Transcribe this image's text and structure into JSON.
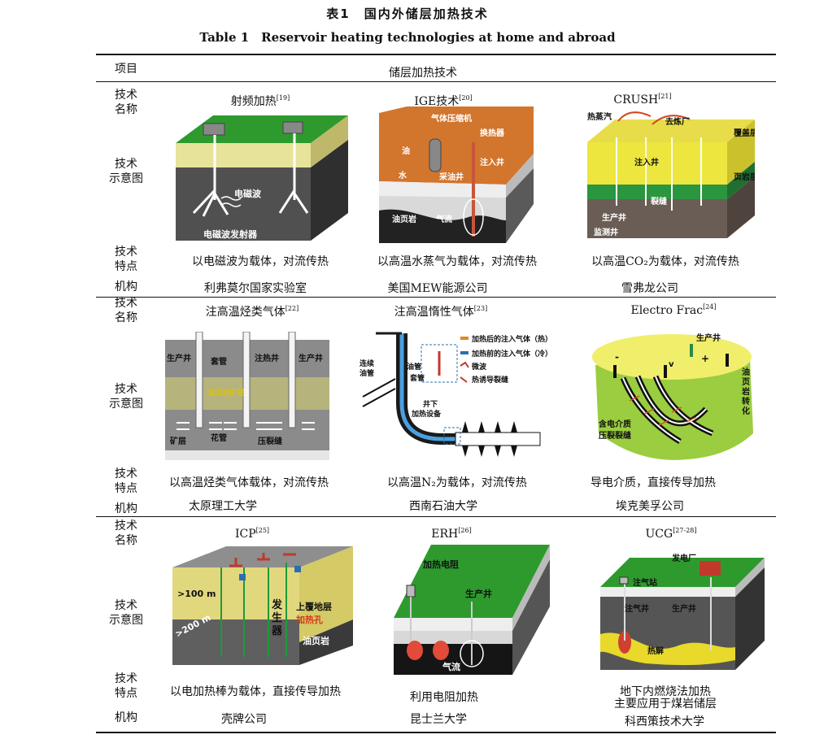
{
  "caption": {
    "cn": "表1　国内外储层加热技术",
    "en": "Table 1　Reservoir heating technologies at home and abroad"
  },
  "header": {
    "item": "项目",
    "title": "储层加热技术"
  },
  "row_labels": {
    "name": [
      "技术",
      "名称"
    ],
    "diagram": [
      "技术",
      "示意图"
    ],
    "feature": [
      "技术",
      "特点"
    ],
    "org": "机构"
  },
  "techs": [
    {
      "name": "射频加热",
      "ref": "[19]",
      "feature": "以电磁波为载体，对流传热",
      "org": "利弗莫尔国家实验室",
      "labels": [
        "电磁波",
        "电磁波发射器"
      ]
    },
    {
      "name": "IGE技术",
      "ref": "[20]",
      "feature": "以高温水蒸气为载体，对流传热",
      "org": "美国MEW能源公司",
      "labels": [
        "气体压缩机",
        "换热器",
        "油",
        "水",
        "采油井",
        "注入井",
        "油页岩",
        "气流"
      ]
    },
    {
      "name": "CRUSH",
      "ref": "[21]",
      "feature": "以高温CO₂为载体，对流传热",
      "org": "雪弗龙公司",
      "labels": [
        "热蒸汽",
        "去炼厂",
        "覆盖层",
        "注入井",
        "页岩层",
        "裂缝",
        "生产井",
        "监测井"
      ]
    },
    {
      "name": "注高温烃类气体",
      "ref": "[22]",
      "feature": "以高温烃类气体载体，对流传热",
      "org": "太原理工大学",
      "labels": [
        "生产井",
        "套管",
        "注热井",
        "生产井",
        "油页岩矿层",
        "矿层",
        "花管",
        "压裂缝"
      ]
    },
    {
      "name": "注高温惰性气体",
      "ref": "[23]",
      "feature": "以高温N₂为载体，对流传热",
      "org": "西南石油大学",
      "labels": [
        "加热后的注入气体（热）",
        "加热前的注入气体（冷）",
        "微波",
        "热诱导裂缝",
        "连续",
        "油管",
        "油管",
        "套管",
        "井下",
        "加热设备"
      ]
    },
    {
      "name": "Electro Frac",
      "ref": "[24]",
      "feature": "导电介质，直接传导加热",
      "org": "埃克美孚公司",
      "labels": [
        "生产井",
        "-",
        "v",
        "+",
        "油",
        "页",
        "岩",
        "转",
        "化",
        "含电介质",
        "压裂裂缝"
      ]
    },
    {
      "name": "ICP",
      "ref": "[25]",
      "feature": "以电加热棒为载体，直接传导加热",
      "org": "壳牌公司",
      "labels": [
        ">100 m",
        "发",
        "生",
        "器",
        "上覆地层",
        "加热孔",
        ">200 m",
        "油页岩"
      ]
    },
    {
      "name": "ERH",
      "ref": "[26]",
      "feature": "利用电阻加热",
      "org": "昆士兰大学",
      "labels": [
        "加热电阻",
        "生产井",
        "气流"
      ]
    },
    {
      "name": "UCG",
      "ref": "[27-28]",
      "feature": "地下内燃烧法加热",
      "feature2": "主要应用于煤岩储层",
      "org": "科西策技术大学",
      "labels": [
        "发电厂",
        "注气站",
        "注气井",
        "生产井",
        "热解"
      ]
    }
  ]
}
